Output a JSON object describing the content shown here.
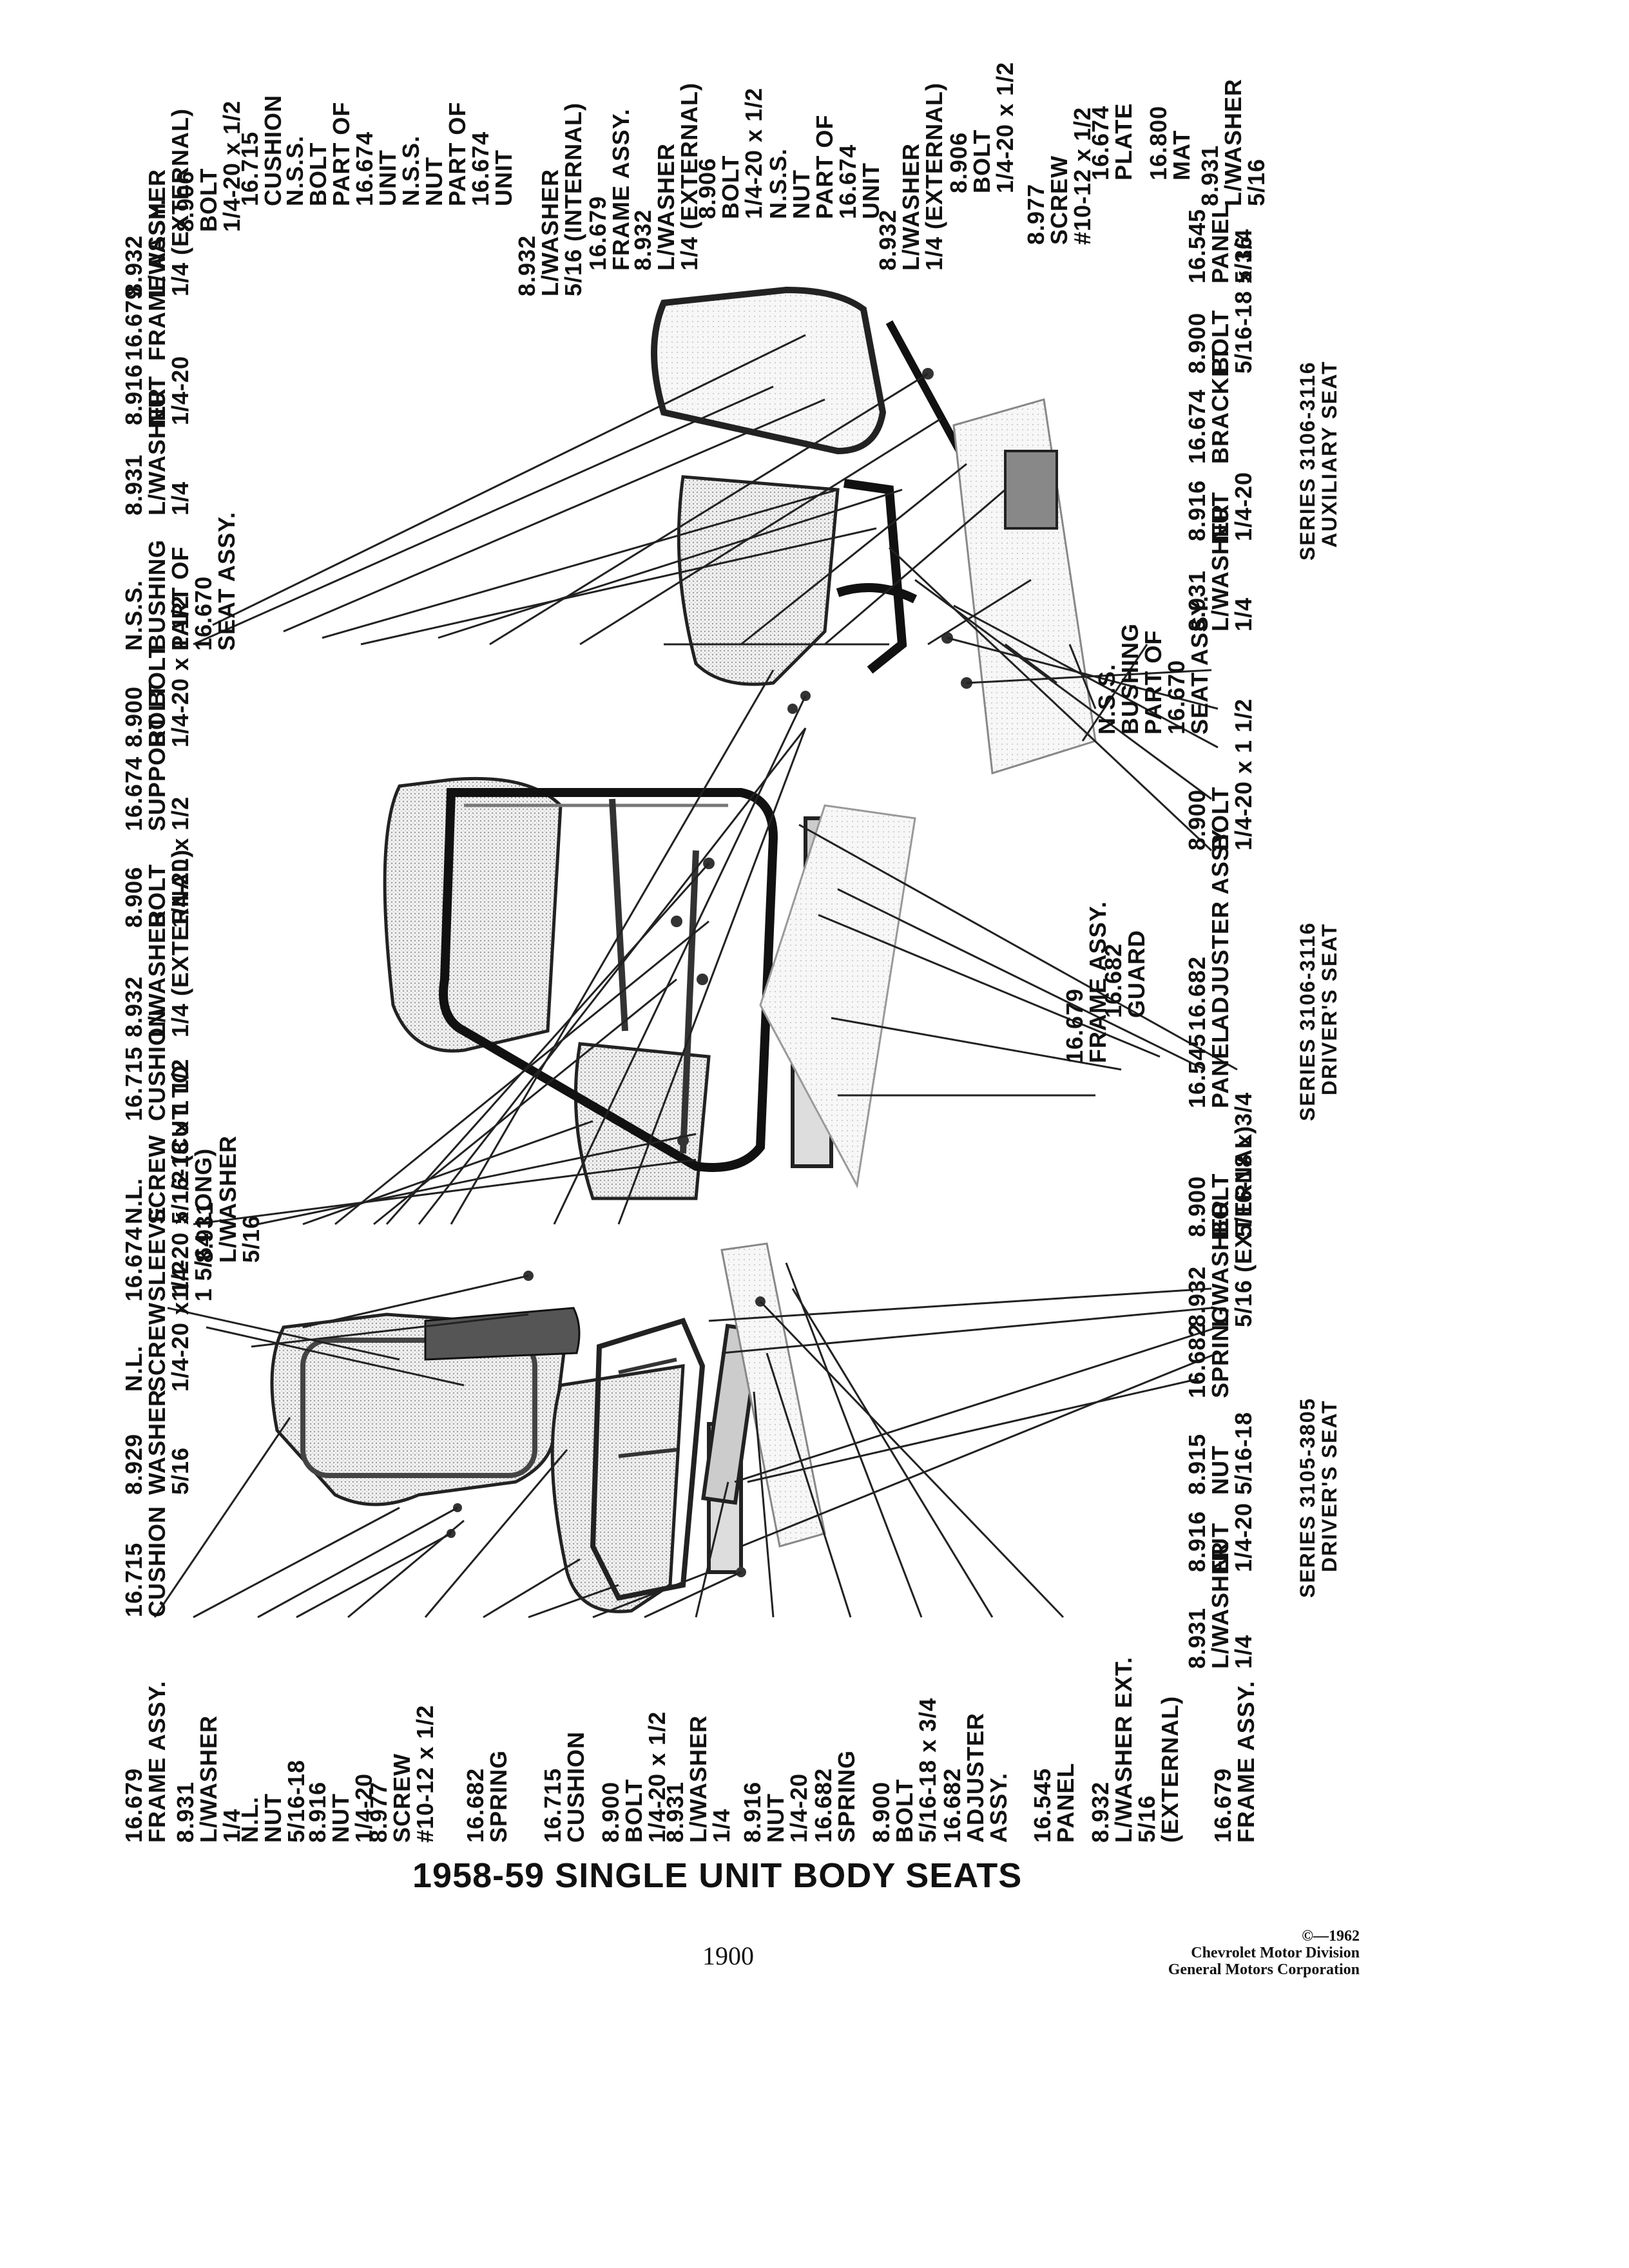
{
  "title": "1958-59 SINGLE UNIT BODY SEATS",
  "page_number": "1900",
  "copyright": [
    "©—1962",
    "Chevrolet Motor Division",
    "General Motors Corporation"
  ],
  "series": {
    "driver_3105": [
      "SERIES 3105-3805",
      "DRIVER'S SEAT"
    ],
    "driver_3106": [
      "SERIES 3106-3116",
      "DRIVER'S SEAT"
    ],
    "auxiliary_3106": [
      "SERIES 3106-3116",
      "AUXILIARY SEAT"
    ]
  },
  "callouts": {
    "left_col": [
      [
        "16.679",
        "FRAME ASSY."
      ],
      [
        "8.931",
        "L/WASHER",
        "1/4"
      ],
      [
        "N.L.",
        "NUT",
        "5/16-18"
      ],
      [
        "8.916",
        "NUT",
        "1/4-20"
      ],
      [
        "8.977",
        "SCREW",
        "#10-12 x 1/2"
      ],
      [
        "16.682",
        "SPRING"
      ],
      [
        "16.715",
        "CUSHION"
      ],
      [
        "8.900",
        "BOLT",
        "1/4-20 x 1/2"
      ],
      [
        "8.931",
        "L/WASHER",
        "1/4"
      ],
      [
        "8.916",
        "NUT",
        "1/4-20"
      ],
      [
        "16.682",
        "SPRING"
      ],
      [
        "8.900",
        "BOLT",
        "5/16-18 x 3/4"
      ],
      [
        "16.682",
        "ADJUSTER",
        "ASSY."
      ],
      [
        "16.545",
        "PANEL"
      ],
      [
        "8.932",
        "L/WASHER EXT.",
        "5/16",
        "(EXTERNAL)"
      ],
      [
        "16.679",
        "FRAME ASSY."
      ]
    ],
    "left_top": [
      [
        "16.715",
        "CUSHION"
      ],
      [
        "8.929",
        "WASHER",
        "5/16"
      ],
      [
        "N.L.",
        "SCREW",
        "1/4-20 x 1/2"
      ],
      [
        "16.674",
        "SLEEVE",
        "1/4-20 x 1/2 (CUT TO",
        "1 5/64 LONG)"
      ]
    ],
    "left_bottom": [
      [
        "8.931",
        "L/WASHER",
        "1/4"
      ],
      [
        "8.916",
        "NUT",
        "1/4-20"
      ],
      [
        "8.915",
        "NUT",
        "5/16-18"
      ],
      [
        "16.682",
        "SPRING"
      ],
      [
        "8.932",
        "L/WASHER",
        "5/16 (EXTERNAL)"
      ]
    ],
    "mid_top": [
      [
        "N.L.",
        "SCREW",
        "5/16-18 x 1 1/2"
      ],
      [
        "8.931",
        "L/WASHER",
        "5/16"
      ],
      [
        "16.715",
        "CUSHION"
      ],
      [
        "8.932",
        "L/WASHER",
        "1/4 (EXTERNAL)"
      ],
      [
        "8.906",
        "BOLT",
        "1/4-20 x 1/2"
      ],
      [
        "16.674",
        "SUPPORT BOLT"
      ],
      [
        "8.900",
        "BOLT",
        "1/4-20 x 1 1/2"
      ],
      [
        "N.S.S.",
        "BUSHING",
        "PART OF",
        "16.670",
        "SEAT ASSY."
      ],
      [
        "8.931",
        "L/WASHER",
        "1/4"
      ],
      [
        "8.916",
        "NUT",
        "1/4-20"
      ],
      [
        "16.679",
        "FRAME ASSY."
      ]
    ],
    "mid_bottom": [
      [
        "8.900",
        "BOLT",
        "5/16-18 x 3/4"
      ],
      [
        "16.545",
        "PANEL"
      ],
      [
        "16.682",
        "ADJUSTER ASSY."
      ],
      [
        "16.682",
        "GUARD"
      ],
      [
        "16.679",
        "FRAME ASSY."
      ]
    ],
    "right_top": [
      [
        "8.932",
        "L/WASHER",
        "1/4 (EXTERNAL)"
      ],
      [
        "8.906",
        "BOLT",
        "1/4-20 x 1/2"
      ],
      [
        "16.715",
        "CUSHION"
      ],
      [
        "N.S.S.",
        "BOLT",
        "PART OF",
        "16.674",
        "UNIT"
      ],
      [
        "N.S.S.",
        "NUT",
        "PART OF",
        "16.674",
        "UNIT"
      ],
      [
        "8.932",
        "L/WASHER",
        "5/16 (INTERNAL)"
      ],
      [
        "16.679",
        "FRAME ASSY."
      ],
      [
        "8.932",
        "L/WASHER",
        "1/4 (EXTERNAL)"
      ],
      [
        "8.906",
        "BOLT",
        "1/4-20 x 1/2"
      ],
      [
        "N.S.S.",
        "NUT",
        "PART OF",
        "16.674",
        "UNIT"
      ],
      [
        "8.932",
        "L/WASHER",
        "1/4 (EXTERNAL)"
      ],
      [
        "8.906",
        "BOLT",
        "1/4-20 x 1/2"
      ],
      [
        "8.977",
        "SCREW",
        "#10-12 x 1/2"
      ],
      [
        "16.674",
        "PLATE"
      ],
      [
        "16.800",
        "MAT"
      ],
      [
        "8.931",
        "L/WASHER",
        "5/16"
      ]
    ],
    "right_bottom": [
      [
        "8.900",
        "BOLT",
        "1/4-20 x 1 1/2"
      ],
      [
        "N.S.S.",
        "BUSHING",
        "PART OF",
        "16.670",
        "SEAT ASSY."
      ],
      [
        "8.931",
        "L/WASHER",
        "1/4"
      ],
      [
        "8.916",
        "NUT",
        "1/4-20"
      ],
      [
        "16.674",
        "BRACKET"
      ],
      [
        "8.900",
        "BOLT",
        "5/16-18 x 3/4"
      ],
      [
        "16.545",
        "PANEL",
        "5/16"
      ]
    ]
  }
}
